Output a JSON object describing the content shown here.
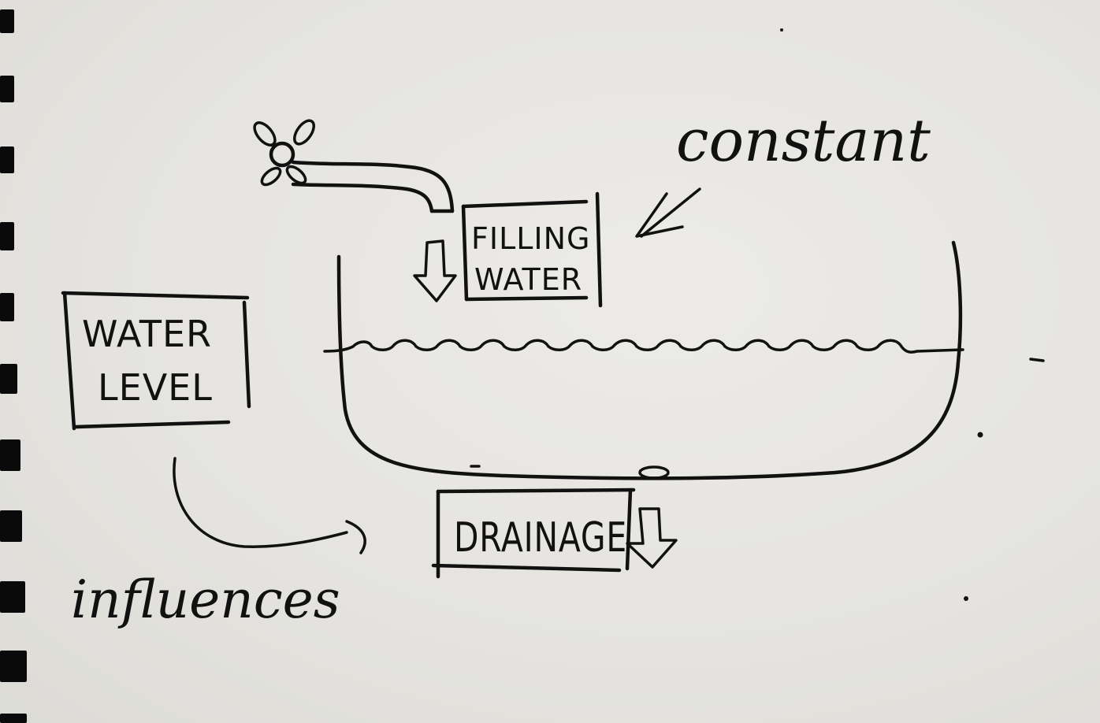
{
  "diagram": {
    "labels": {
      "filling_line1": "FILLING",
      "filling_line2": "WATER",
      "water_level_line1": "WATER",
      "water_level_line2": "LEVEL",
      "drainage": "DRAINAGE",
      "constant": "constant",
      "influences": "influences"
    }
  }
}
